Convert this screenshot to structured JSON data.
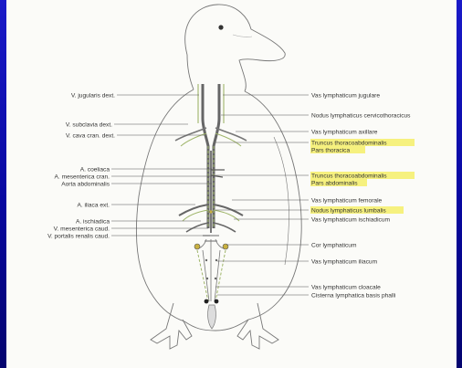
{
  "colors": {
    "background": "#0a0aa8",
    "paper": "#fbfbf8",
    "highlight": "#f4ee6a",
    "line": "#444444",
    "vessel_dark": "#555555",
    "vessel_green": "#9fb56a"
  },
  "labels_left": [
    "V. jugularis dext.",
    "V. subclavia dext.",
    "V. cava cran. dext.",
    "A. coeliaca",
    "A. mesenterica cran.",
    "Aorta abdominalis",
    "A. iliaca ext.",
    "A. ischiadica",
    "V. mesenterica caud.",
    "V. portalis renalis caud."
  ],
  "labels_right": [
    {
      "text": "Vas lymphaticum jugulare",
      "highlight": false
    },
    {
      "text": "Nodus lymphaticus cervicothoracicus",
      "highlight": false
    },
    {
      "text": "Vas lymphaticum axillare",
      "highlight": false
    },
    {
      "text": "Truncus thoracoabdominalis",
      "highlight": true
    },
    {
      "text": "Pars thoracica",
      "highlight": true
    },
    {
      "text": "Truncus thoracoabdominalis",
      "highlight": true
    },
    {
      "text": "Pars abdominalis",
      "highlight": true
    },
    {
      "text": "Vas lymphaticum femorale",
      "highlight": false
    },
    {
      "text": "Nodus lymphaticus lumbalis",
      "highlight": true
    },
    {
      "text": "Vas lymphaticum ischiadicum",
      "highlight": false
    },
    {
      "text": "Cor lymphaticum",
      "highlight": false
    },
    {
      "text": "Vas lymphaticum iliacum",
      "highlight": false
    },
    {
      "text": "Vas lymphaticum cloacale",
      "highlight": false
    },
    {
      "text": "Cisterna lymphatica basis phalli",
      "highlight": false
    }
  ]
}
